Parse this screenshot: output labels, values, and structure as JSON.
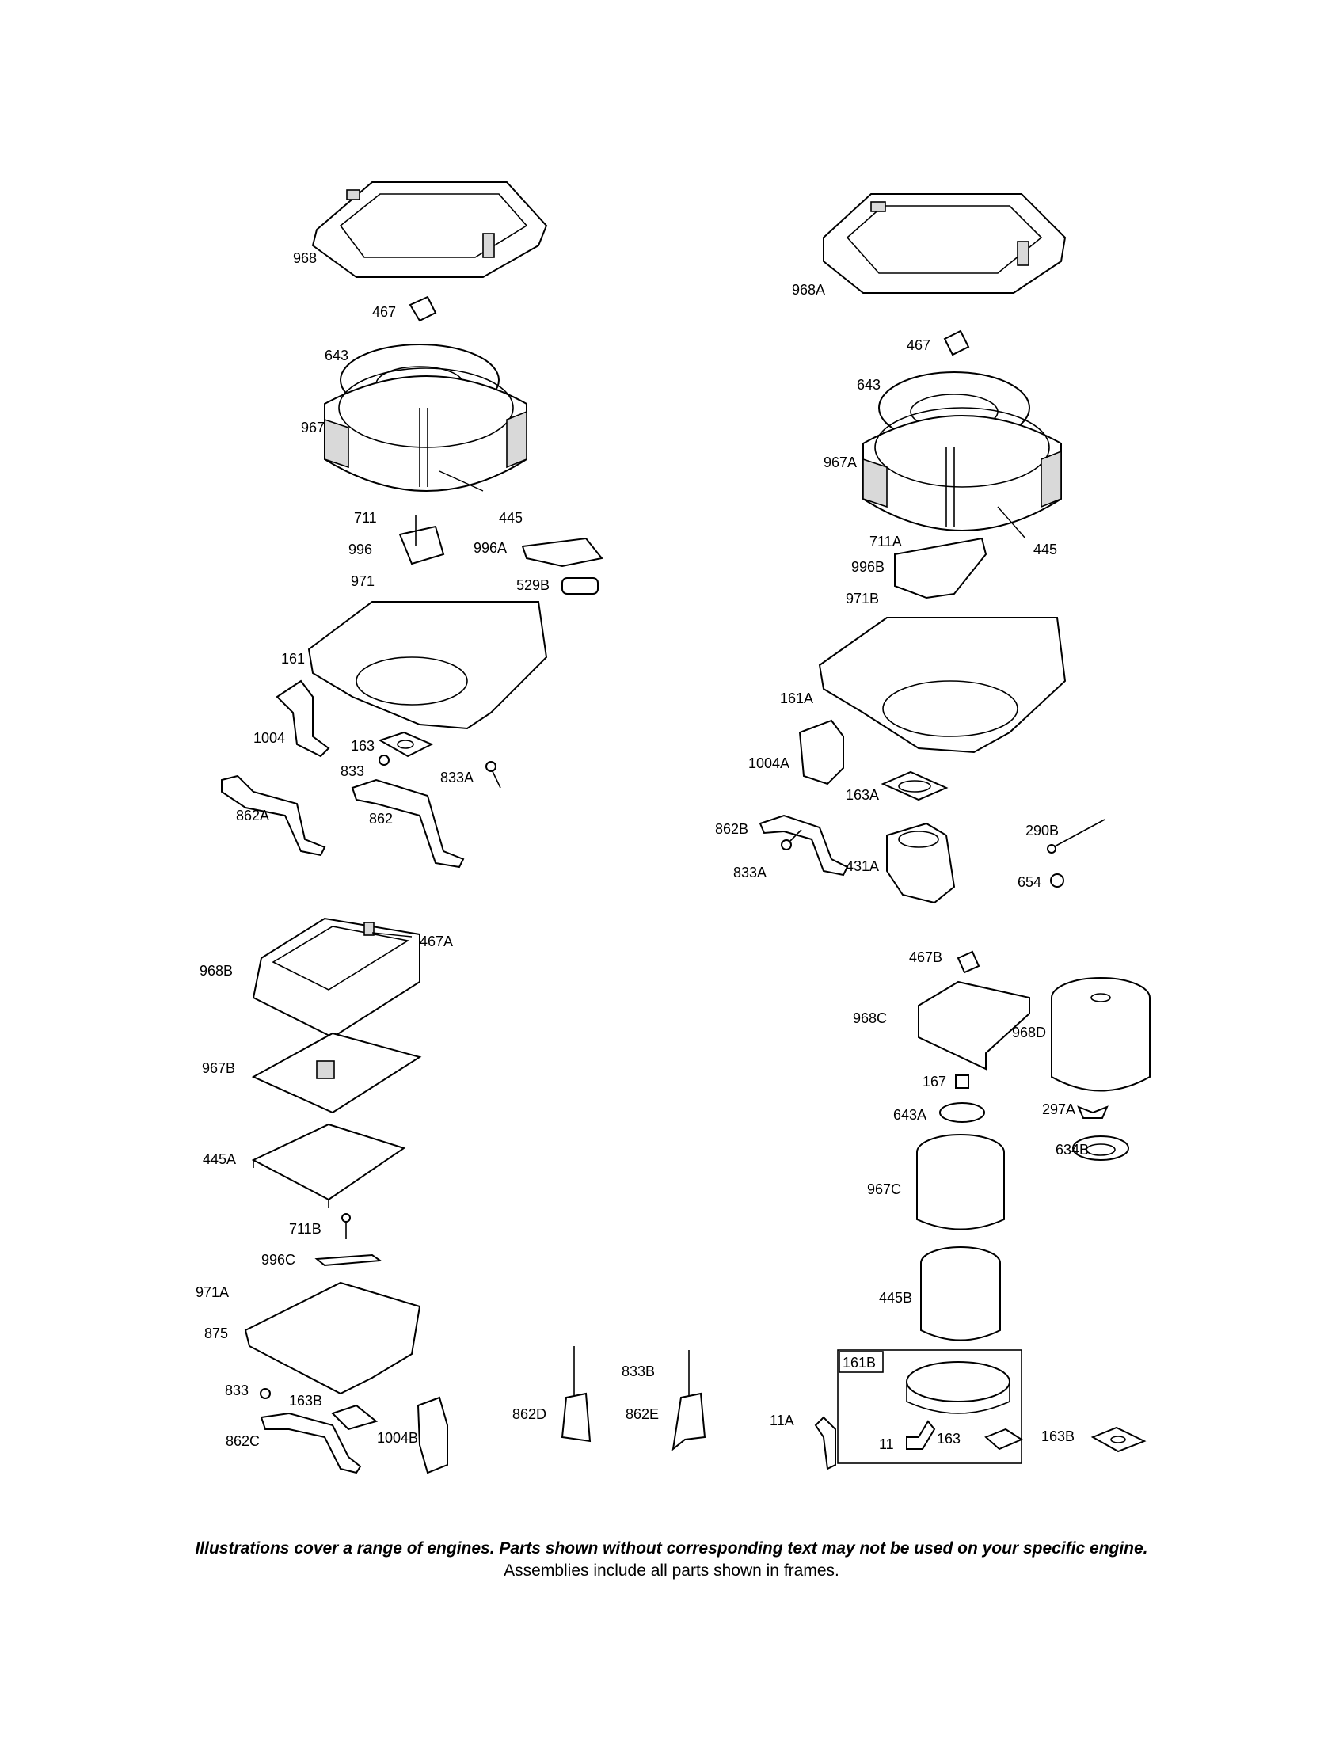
{
  "labels": [
    {
      "id": "968",
      "text": "968"
    },
    {
      "id": "467",
      "text": "467"
    },
    {
      "id": "643",
      "text": "643"
    },
    {
      "id": "967",
      "text": "967"
    },
    {
      "id": "445",
      "text": "445"
    },
    {
      "id": "711",
      "text": "711"
    },
    {
      "id": "996",
      "text": "996"
    },
    {
      "id": "996A",
      "text": "996A"
    },
    {
      "id": "971",
      "text": "971"
    },
    {
      "id": "529B",
      "text": "529B"
    },
    {
      "id": "161",
      "text": "161"
    },
    {
      "id": "1004",
      "text": "1004"
    },
    {
      "id": "163",
      "text": "163"
    },
    {
      "id": "833",
      "text": "833"
    },
    {
      "id": "833A",
      "text": "833A"
    },
    {
      "id": "862A",
      "text": "862A"
    },
    {
      "id": "862",
      "text": "862"
    },
    {
      "id": "968A",
      "text": "968A"
    },
    {
      "id": "467_r",
      "text": "467"
    },
    {
      "id": "643_r",
      "text": "643"
    },
    {
      "id": "967A",
      "text": "967A"
    },
    {
      "id": "445_r",
      "text": "445"
    },
    {
      "id": "711A",
      "text": "711A"
    },
    {
      "id": "996B",
      "text": "996B"
    },
    {
      "id": "971B",
      "text": "971B"
    },
    {
      "id": "161A",
      "text": "161A"
    },
    {
      "id": "1004A",
      "text": "1004A"
    },
    {
      "id": "163A",
      "text": "163A"
    },
    {
      "id": "862B",
      "text": "862B"
    },
    {
      "id": "290B",
      "text": "290B"
    },
    {
      "id": "833A_r",
      "text": "833A"
    },
    {
      "id": "431A",
      "text": "431A"
    },
    {
      "id": "654",
      "text": "654"
    },
    {
      "id": "467A",
      "text": "467A"
    },
    {
      "id": "968B",
      "text": "968B"
    },
    {
      "id": "967B",
      "text": "967B"
    },
    {
      "id": "445A",
      "text": "445A"
    },
    {
      "id": "711B",
      "text": "711B"
    },
    {
      "id": "996C",
      "text": "996C"
    },
    {
      "id": "971A",
      "text": "971A"
    },
    {
      "id": "875",
      "text": "875"
    },
    {
      "id": "833_b",
      "text": "833"
    },
    {
      "id": "163B",
      "text": "163B"
    },
    {
      "id": "862C",
      "text": "862C"
    },
    {
      "id": "1004B",
      "text": "1004B"
    },
    {
      "id": "862D",
      "text": "862D"
    },
    {
      "id": "833B",
      "text": "833B"
    },
    {
      "id": "862E",
      "text": "862E"
    },
    {
      "id": "467B",
      "text": "467B"
    },
    {
      "id": "968C",
      "text": "968C"
    },
    {
      "id": "968D",
      "text": "968D"
    },
    {
      "id": "167",
      "text": "167"
    },
    {
      "id": "643A",
      "text": "643A"
    },
    {
      "id": "297A",
      "text": "297A"
    },
    {
      "id": "634B",
      "text": "634B"
    },
    {
      "id": "967C",
      "text": "967C"
    },
    {
      "id": "445B",
      "text": "445B"
    },
    {
      "id": "161B",
      "text": "161B"
    },
    {
      "id": "11A",
      "text": "11A"
    },
    {
      "id": "11",
      "text": "11"
    },
    {
      "id": "163_r",
      "text": "163"
    },
    {
      "id": "163B_r",
      "text": "163B"
    }
  ],
  "footer": {
    "disclaimer": "Illustrations cover a range of engines. Parts shown without corresponding text may not be used on your specific engine.",
    "assemblies_note": "Assemblies include all parts shown in frames."
  }
}
